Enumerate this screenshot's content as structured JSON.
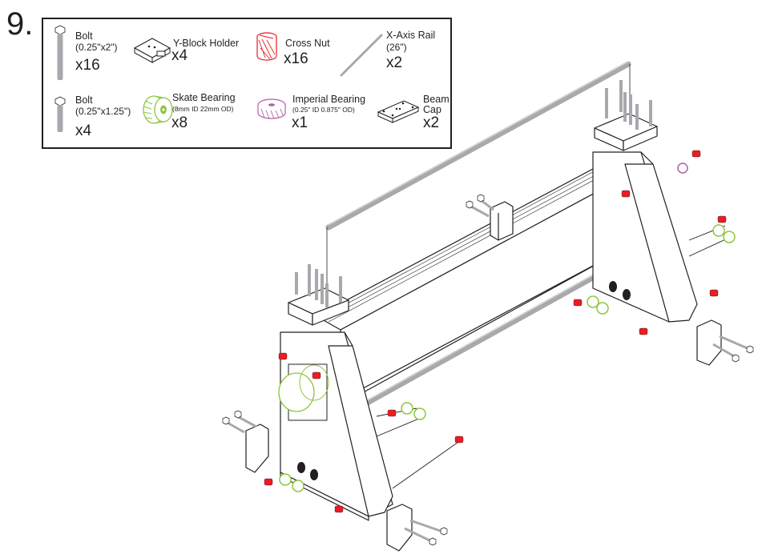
{
  "step": {
    "number": "9."
  },
  "colors": {
    "outline": "#231f20",
    "bolt": "#a7a9ac",
    "rail": "#bcbec0",
    "cross_nut": "#ed1c24",
    "skate_bearing": "#8dc63f",
    "imperial_bearing": "#b05fa5",
    "washer": "#231f20"
  },
  "parts": [
    {
      "id": "bolt-2in",
      "icon": "hex-bolt-long-icon",
      "name": "Bolt",
      "spec": "(0.25\"x2\")",
      "qty": "x16"
    },
    {
      "id": "y-block-holder",
      "icon": "y-block-holder-icon",
      "name": "Y-Block Holder",
      "spec": "",
      "qty": "x4"
    },
    {
      "id": "cross-nut",
      "icon": "cross-nut-icon",
      "name": "Cross Nut",
      "spec": "",
      "qty": "x16"
    },
    {
      "id": "x-axis-rail",
      "icon": "rail-icon",
      "name": "X-Axis Rail",
      "spec": "(26\")",
      "qty": "x2"
    },
    {
      "id": "bolt-125in",
      "icon": "hex-bolt-short-icon",
      "name": "Bolt",
      "spec": "(0.25\"x1.25\")",
      "qty": "x4"
    },
    {
      "id": "skate-bearing",
      "icon": "skate-bearing-icon",
      "name": "Skate Bearing",
      "spec": "(8mm ID 22mm OD)",
      "qty": "x8"
    },
    {
      "id": "imperial-bearing",
      "icon": "imperial-bearing-icon",
      "name": "Imperial Bearing",
      "spec": "(0.25\" ID 0.875\" OD)",
      "qty": "x1"
    },
    {
      "id": "beam-cap",
      "icon": "beam-cap-icon",
      "name": "Beam Cap",
      "spec": "",
      "qty": "x2"
    }
  ]
}
